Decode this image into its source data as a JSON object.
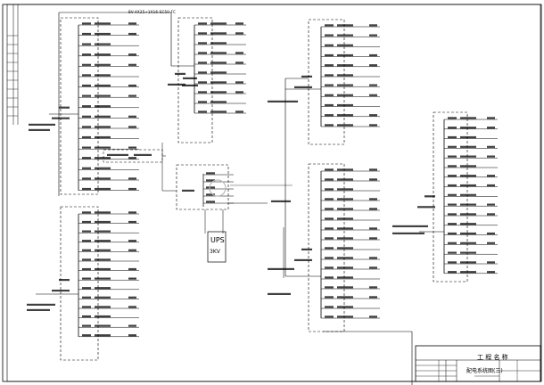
{
  "drawing": {
    "title_block": {
      "heading": "工 程 名 称",
      "drawing_title": "配电系统图(三)"
    },
    "ups_box": {
      "ups_label": "UPS",
      "rating": "3KV"
    },
    "bus_labels": {
      "top_feeder": "BV-4X25+1X16-SC50-FC"
    }
  }
}
